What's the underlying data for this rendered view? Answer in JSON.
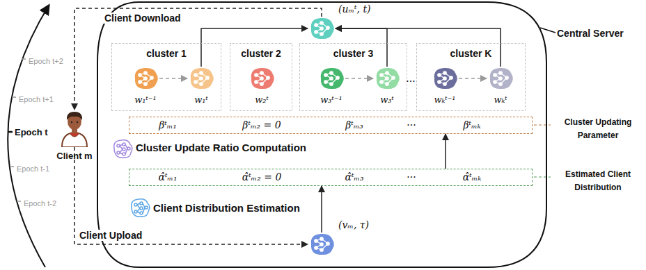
{
  "diagram": {
    "nodes": [
      {
        "text": [
          "Central Server"
        ]
      },
      {
        "text": [
          "cluster 1"
        ],
        "in": 0
      },
      {
        "text": [
          "w₁ᵗ⁻¹"
        ],
        "in": 1
      },
      {
        "text": [
          "w₁ᵗ"
        ],
        "in": 1
      },
      {
        "text": [
          "cluster 2"
        ],
        "in": 0
      },
      {
        "text": [
          "w₂ᵗ"
        ],
        "in": 4
      },
      {
        "text": [
          "cluster 3"
        ],
        "in": 0
      },
      {
        "text": [
          "w₃ᵗ⁻¹"
        ],
        "in": 6
      },
      {
        "text": [
          "w₃ᵗ"
        ],
        "in": 6
      },
      {
        "text": [
          "cluster K"
        ],
        "in": 0
      },
      {
        "text": [
          "wₖᵗ⁻¹"
        ],
        "in": 9
      },
      {
        "text": [
          "wₖᵗ"
        ],
        "in": 9
      },
      {
        "text": [
          "(uₘᵗ, t)"
        ],
        "in": 0
      },
      {
        "text": [
          "βᵗₘ₁",
          "βᵗₘ₂ = 0",
          "βᵗₘ₃",
          "···",
          "βᵗₘₖ"
        ],
        "in": 0
      },
      {
        "text": [
          "α̂ᵗₘ₁",
          "α̂ᵗₘ₂ = 0",
          "α̂ᵗₘ₃",
          "···",
          "α̂ᵗₘₖ"
        ],
        "in": 0
      },
      {
        "text": [
          "(vₘ, τ)"
        ],
        "in": 0
      },
      {
        "text": [
          "Client m"
        ]
      }
    ],
    "edges": [
      {
        "from": 2,
        "to": 3,
        "arrow": "to"
      },
      {
        "from": 7,
        "to": 8,
        "arrow": "to"
      },
      {
        "from": 10,
        "to": 11,
        "arrow": "to"
      },
      {
        "from": 3,
        "to": 12,
        "arrow": "to"
      },
      {
        "from": 8,
        "to": 12,
        "arrow": "to"
      },
      {
        "from": 11,
        "to": 12,
        "arrow": "to"
      },
      {
        "from": 15,
        "to": 14,
        "arrow": "to"
      },
      {
        "from": 14,
        "to": 13,
        "arrow": "to"
      },
      {
        "from": 12,
        "to": 16,
        "label": "Client Download",
        "arrow": "to"
      },
      {
        "from": 16,
        "to": 15,
        "label": "Client Upload",
        "arrow": "to"
      }
    ],
    "labels": [
      "···",
      "Cluster Update Ratio Computation",
      "Client Distribution Estimation",
      "Cluster Updating Parameter",
      "Estimated Client Distribution",
      "Epoch t+2",
      "Epoch t+1",
      "Epoch t",
      "Epoch t-1",
      "Epoch t-2"
    ]
  }
}
